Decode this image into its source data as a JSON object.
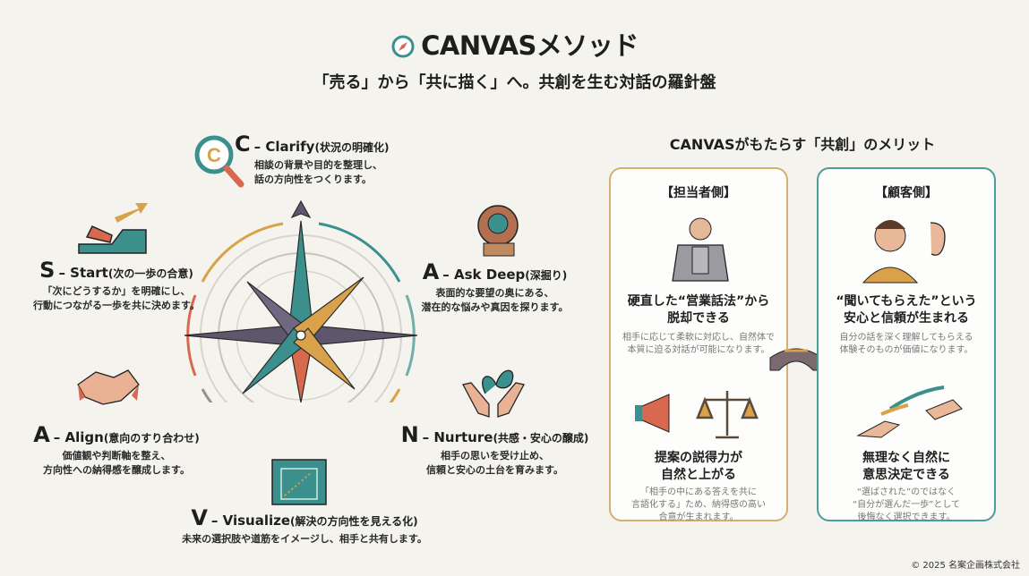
{
  "header": {
    "title": "CANVASメソッド",
    "subtitle": "「売る」から「共に描く」へ。共創を生む対話の羅針盤"
  },
  "steps": [
    {
      "letter": "C",
      "name": "– Clarify",
      "jp": "(状況の明確化)",
      "desc1": "相談の背景や目的を整理し、",
      "desc2": "話の方向性をつくります。"
    },
    {
      "letter": "A",
      "name": "– Ask Deep",
      "jp": "(深掘り)",
      "desc1": "表面的な要望の奥にある、",
      "desc2": "潜在的な悩みや真因を探ります。"
    },
    {
      "letter": "N",
      "name": "– Nurture",
      "jp": "(共感・安心の醸成)",
      "desc1": "相手の思いを受け止め、",
      "desc2": "信頼と安心の土台を育みます。"
    },
    {
      "letter": "V",
      "name": "– Visualize",
      "jp": "(解決の方向性を見える化)",
      "desc1": "未来の選択肢や道筋をイメージし、相手と共有します。",
      "desc2": ""
    },
    {
      "letter": "A",
      "name": "– Align",
      "jp": "(意向のすり合わせ)",
      "desc1": "価値観や判断軸を整え、",
      "desc2": "方向性への納得感を醸成します。"
    },
    {
      "letter": "S",
      "name": "– Start",
      "jp": "(次の一歩の合意)",
      "desc1": "「次にどうするか」を明確にし、",
      "desc2": "行動につながる一歩を共に決めます。"
    }
  ],
  "merits": {
    "title": "CANVASがもたらす「共創」のメリット",
    "staff": {
      "label": "【担当者側】",
      "h1a": "硬直した“営業話法”から",
      "h1b": "脱却できる",
      "d1a": "相手に応じて柔軟に対応し、自然体で",
      "d1b": "本質に迫る対話が可能になります。",
      "h2a": "提案の説得力が",
      "h2b": "自然と上がる",
      "d2a": "「相手の中にある答えを共に",
      "d2b": "言語化する」ため、納得感の高い",
      "d2c": "合意が生まれます。"
    },
    "customer": {
      "label": "【顧客側】",
      "h1a": "“聞いてもらえた”という",
      "h1b": "安心と信頼が生まれる",
      "d1a": "自分の話を深く理解してもらえる",
      "d1b": "体験そのものが価値になります。",
      "h2a": "無理なく自然に",
      "h2b": "意思決定できる",
      "d2a": "“選ばされた”のではなく",
      "d2b": "“自分が選んだ一歩”として",
      "d2c": "後悔なく選択できます。"
    }
  },
  "footer": {
    "copyright": "© 2025 名案企画株式会社"
  },
  "colors": {
    "teal": "#3b8f8c",
    "gold": "#d9a24a",
    "coral": "#d9694e",
    "purple": "#5e566c",
    "staff_border": "#d4b070",
    "customer_border": "#4c9c97"
  }
}
